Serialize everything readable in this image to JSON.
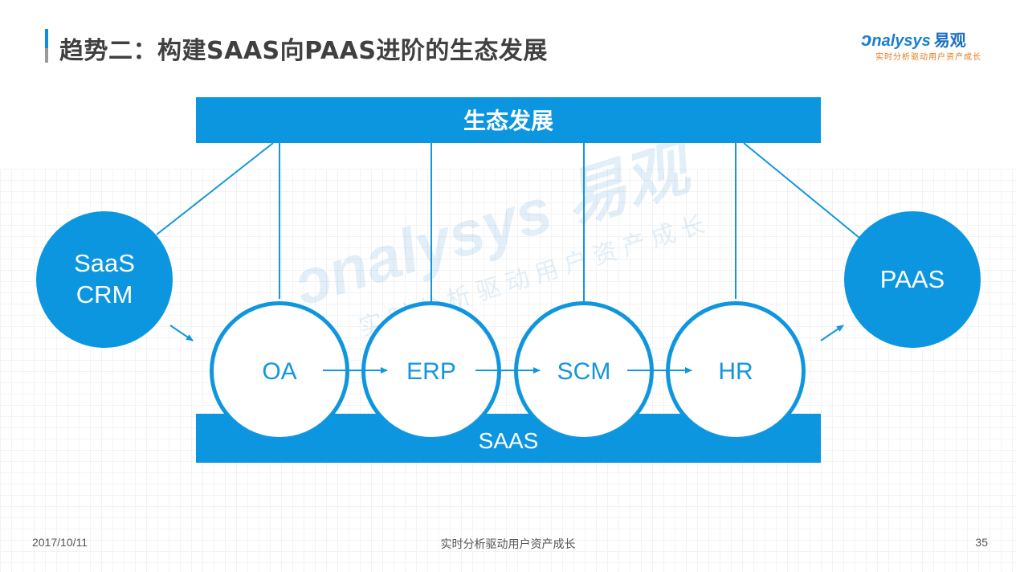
{
  "header": {
    "title": "趋势二：构建SAAS向PAAS进阶的生态发展"
  },
  "logo": {
    "brand": "nalysys",
    "brand_cn": "易观",
    "tagline": "实时分析驱动用户资产成长"
  },
  "diagram": {
    "top_bar_label": "生态发展",
    "bottom_bar_label": "SAAS",
    "left_node": [
      "SaaS",
      "CRM"
    ],
    "right_node": "PAAS",
    "stages": [
      "OA",
      "ERP",
      "SCM",
      "HR"
    ],
    "colors": {
      "primary": "#0c96e0",
      "line": "#1596dc",
      "text_white": "#ffffff"
    }
  },
  "footer": {
    "date": "2017/10/11",
    "center": "实时分析驱动用户资产成长",
    "page": "35"
  }
}
